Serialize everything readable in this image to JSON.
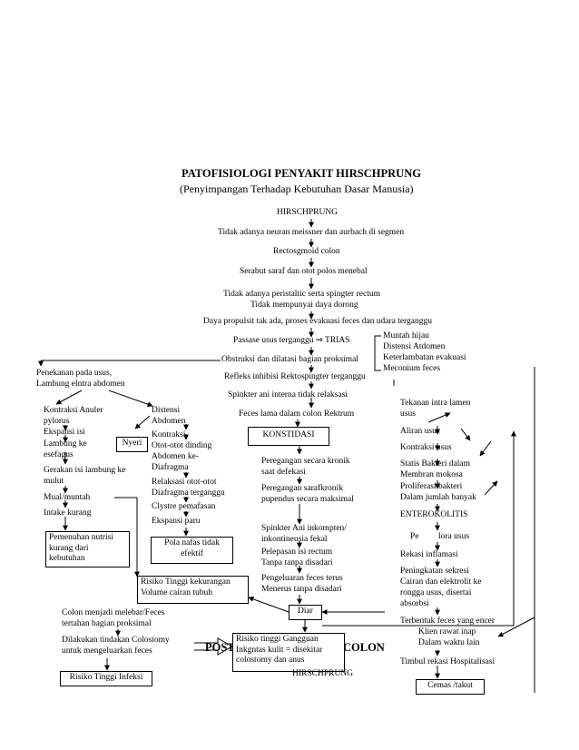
{
  "title": "PATOFISIOLOGI PENYAKIT HIRSCHPRUNG",
  "subtitle": "(Penyimpangan Terhadap Kebutuhan Dasar Manusia)",
  "center": {
    "c1": "HIRSCHPRUNG",
    "c2": "Tidak adanya neuran meissner dan aurbach di segmen",
    "c3": "Rectosgmoid colon",
    "c4": "Serabut saraf dan otot polos menebal",
    "c5a": "Tidak adanya peristaltic serta spingter rectum",
    "c5b": "Tidak mempunyai daya dorong",
    "c6": "Daya propulsit tak ada, proses evakuasi feces dan udara terganggu",
    "c7": "Passase usus terganggu  ⇒ TRIAS",
    "c8": "Obstruksi dan dilatasi bagian proksimal",
    "c9": "Refleks inhibisi Rektospingter terganggu",
    "c10": "Spinkter ani interna tidak relaksasi",
    "c11": "Feces lama dalam colon Rektrum",
    "konstidasi": "KONSTIDASI"
  },
  "trias": [
    "Muntah hijau",
    "Distensi Atdomen",
    "Keterlambatan evakuasi",
    "Meconium feces"
  ],
  "left": {
    "penekanan1": "Penekanan pada usus,",
    "penekanan2": "Lambung elntra abdomen",
    "kontraksi": [
      "Kontraksi Anuler",
      "pylorus",
      "Ekspansi isi",
      "Lambung ke",
      "esefagus",
      "Gerakan isi lambung ke",
      "mulut"
    ],
    "mual": "Mual/muntah",
    "intake": "Intake kurang",
    "nutrisi": [
      "Pemenuhan nutrisi",
      "kurang dari",
      "kebutuhan"
    ],
    "nyeri": "Nyeri",
    "distensi": [
      "Distensi",
      "Abdomen",
      "Kontraksi",
      "Otot-otot dinding",
      "Abdomen ke-",
      "Diafragma",
      "Relaksasi otot-otot",
      "Diafragma terganggu",
      "Clystre pemafasan",
      "Ekspansi paru"
    ],
    "pola": [
      "Pola nafas tidak",
      "efektif"
    ],
    "risiko_volume": [
      "Risiko Tinggi kekurangan",
      "Volume cairan tubuh"
    ]
  },
  "middle": {
    "peregangan1": [
      "Peregangan secara kronik",
      "saat defekasi"
    ],
    "peregangan2": [
      "Peregangan sarafkronik",
      "pupendus secara maksimal"
    ],
    "spinkter": [
      "Spinkter Ani inkompten/",
      "inkontineusia fekal"
    ],
    "pelepasan": [
      "Pelepasan isi rectum",
      "Tanpa tanpa disadari"
    ],
    "pengeluaran": [
      "Pengeluaran feces terus",
      "Menerus tanpa disadari"
    ],
    "diare": "Diar",
    "risiko_kulit": [
      "Risiko tinggi Gangguan",
      "Inkgntas kulit = disekitar",
      "colostomy dan anus"
    ],
    "post_left": "POST",
    "post_right": "COLON",
    "hirsch_bottom": "HIRSCHPRUNG"
  },
  "bottom_left": {
    "colon": [
      "Colon menjadi melebar/Feces",
      "tertahan bagian proksimal"
    ],
    "dilakukan": [
      "Dilakukan tindakan Colostomy",
      "untuk mengeluarkan feces"
    ],
    "infeksi": "Risiko Tinggi Infeksi"
  },
  "right": {
    "tekanan": [
      "Tekanan intra lamen",
      "usus"
    ],
    "aliran": "Aliran usus",
    "kontraksi": "Kontraksi usus",
    "statis": [
      "Statis Bakteri dalam",
      "Membran mokosa"
    ],
    "proliferasi": [
      "Proliferasi bakteri",
      "Dalam jumlah banyak"
    ],
    "entero": "ENTEROKOLITIS",
    "pe": "Pe",
    "flora": "lora usus",
    "rekasi": "Rekasi inflamasi",
    "peningkatan": [
      "Peningkatan sekresi",
      "Cairan dan elektrolit ke",
      "rongga usus, disertai",
      "absorbsi"
    ],
    "terbentuk": "Terbentuk feces yang encer",
    "klien": [
      "Klien rawat inap",
      "Dalam waktu lain"
    ],
    "timbul": "Timbul rekasi Hospitalisasi",
    "cemas": "Cemas /takut"
  }
}
